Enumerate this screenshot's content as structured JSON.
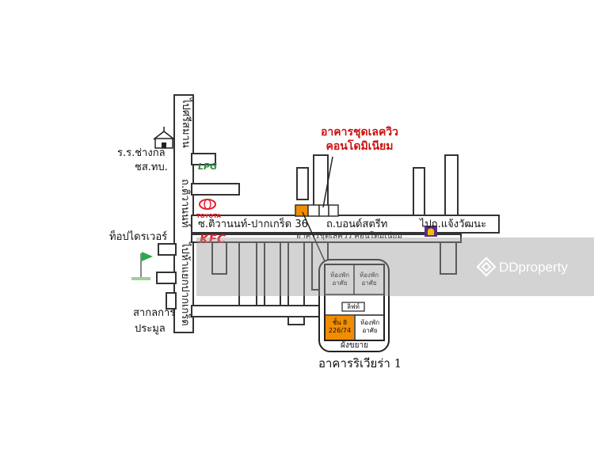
{
  "labels": {
    "to_srimaan": "ไปศรีสมาน",
    "school": "ร.ร.ช่างกล",
    "school_2": "ชส.ทบ.",
    "tiwanon_road": "ถ.ติวานนท์",
    "to_pakkred_junction": "ไปห้าแยกปากเกร็ด",
    "top_driver": "ท็อปไดรเวอร์",
    "customs": "สากลการ",
    "customs_2": "ประมูล",
    "soi_tiwanon": "ซ.ติวานนท์-ปากเกร็ด 36",
    "bond_street": "ถ.บอนด์สตรีท",
    "to_chaengwattana": "ไปถ.แจ้งวัฒนะ",
    "small_building": "อาคารชุดเลควิว คอนโดมิเนียม",
    "riviera": "อาคารริเวียร่า 1"
  },
  "callout": {
    "line1": "อาคารชุดเลควิว",
    "line2": "คอนโดมิเนียม"
  },
  "building": {
    "room_tl": "ห้องพัก อาศัย",
    "room_tr": "ห้องพัก อาศัย",
    "lift": "ลิฟท์",
    "unit": "ชั้น 8 226/74",
    "room_br": "ห้องพัก อาศัย",
    "plan": "ผังขยาย"
  },
  "logos": {
    "lpg": "LPG",
    "toyota": "TOYOTA",
    "kfc": "KFC"
  },
  "watermark": {
    "text": "DDproperty"
  },
  "colors": {
    "highlight": "#f28c00",
    "callout": "#cc1010",
    "kfc": "#e3202a",
    "lpg": "#2e8b3c",
    "shrine": "#5a2d82"
  }
}
